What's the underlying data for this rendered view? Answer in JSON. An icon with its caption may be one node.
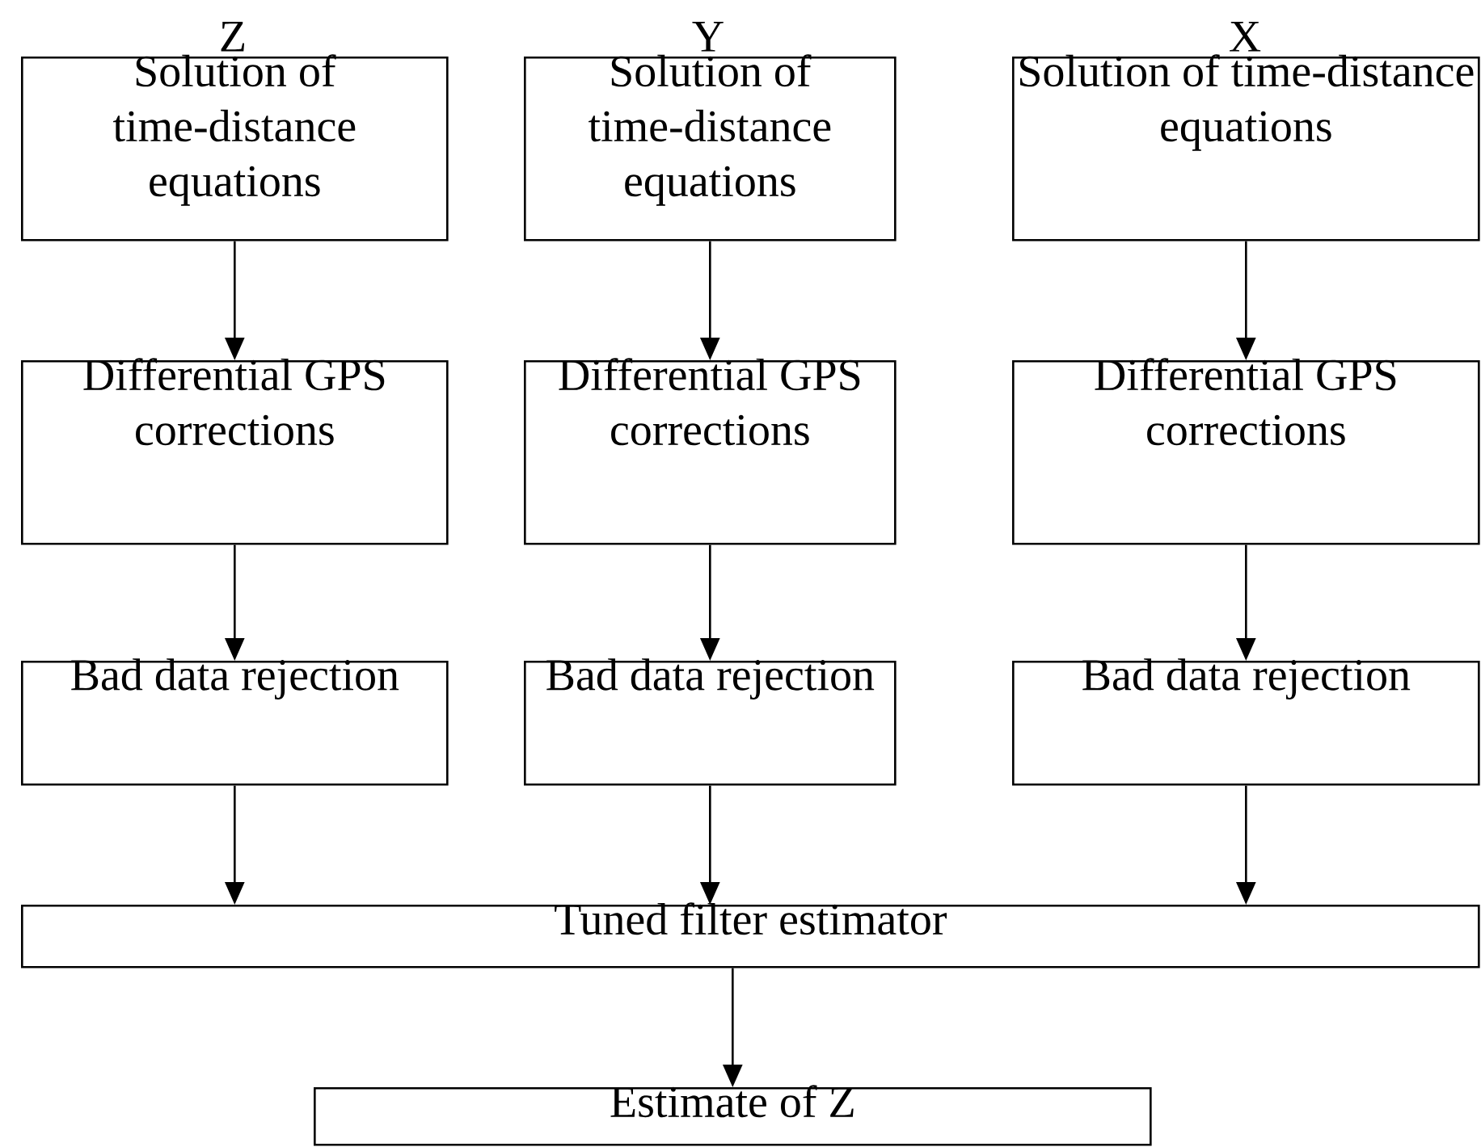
{
  "diagram": {
    "nodes": [
      {
        "text": [
          "Z",
          "Solution of time-distance equations"
        ]
      },
      {
        "text": [
          "Y",
          "Solution of time-distance equations"
        ]
      },
      {
        "text": [
          "X",
          "Solution of time-distance equations"
        ]
      },
      {
        "text": [
          "Differential GPS corrections"
        ]
      },
      {
        "text": [
          "Differential GPS corrections"
        ]
      },
      {
        "text": [
          "Differential GPS corrections"
        ]
      },
      {
        "text": [
          "Bad data rejection"
        ]
      },
      {
        "text": [
          "Bad data rejection"
        ]
      },
      {
        "text": [
          "Bad data rejection"
        ]
      },
      {
        "text": [
          "Tuned filter estimator"
        ]
      },
      {
        "text": [
          "Estimate of Z"
        ]
      }
    ],
    "edges": [
      {
        "from": 0,
        "to": 3,
        "arrow": "to"
      },
      {
        "from": 1,
        "to": 4,
        "arrow": "to"
      },
      {
        "from": 2,
        "to": 5,
        "arrow": "to"
      },
      {
        "from": 3,
        "to": 6,
        "arrow": "to"
      },
      {
        "from": 4,
        "to": 7,
        "arrow": "to"
      },
      {
        "from": 5,
        "to": 8,
        "arrow": "to"
      },
      {
        "from": 6,
        "to": 9,
        "arrow": "to"
      },
      {
        "from": 7,
        "to": 9,
        "arrow": "to"
      },
      {
        "from": 8,
        "to": 9,
        "arrow": "to"
      },
      {
        "from": 9,
        "to": 10,
        "arrow": "to"
      }
    ]
  }
}
